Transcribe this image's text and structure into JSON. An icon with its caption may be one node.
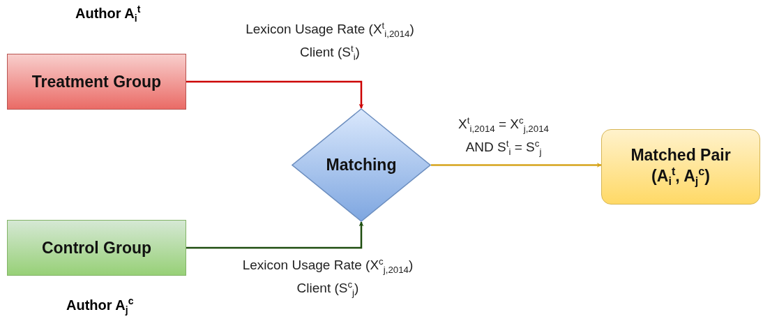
{
  "diagram": {
    "nodes": [
      {
        "text": [
          "Treatment Group"
        ],
        "beside": [
          "Author A$_{i}$$^{t}$"
        ]
      },
      {
        "text": [
          "Control Group"
        ],
        "beside": [
          "Author A$_{j}$$^{c}$"
        ]
      },
      {
        "text": [
          "Matching"
        ]
      },
      {
        "text": [
          "Matched Pair (A$_{i}$$^{t}$, A$_{j}$$^{c}$)"
        ]
      }
    ],
    "edges": [
      {
        "from": 0,
        "to": 2,
        "arrow": "to",
        "label": "Lexicon Usage Rate (X$^{t}$$_{i,2014}$) Client (S$^{t}$$_{i}$)",
        "color": "#cc0000"
      },
      {
        "from": 1,
        "to": 2,
        "arrow": "to",
        "label": "Lexicon Usage Rate (X$^{c}$$_{j,2014}$) Client (S$^{c}$$_{j}$)",
        "color": "#1e4d0f"
      },
      {
        "from": 2,
        "to": 3,
        "arrow": "to",
        "label": "X$^{t}$$_{i,2014}$ = X$^{c}$$_{j,2014}$ AND S$^{t}$$_{i}$ = S$^{c}$$_{j}$",
        "color": "#d6a41c"
      }
    ]
  }
}
